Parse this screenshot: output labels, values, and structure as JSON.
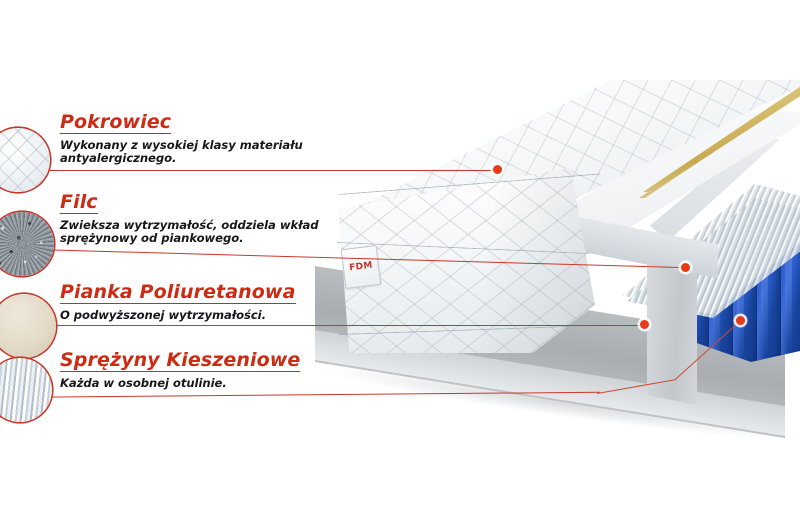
{
  "page": {
    "language": "pl",
    "background_color": "#ffffff",
    "accent_color": "#cc2b14",
    "leader_dot_color": "#e8391a"
  },
  "features": [
    {
      "id": "pokrowiec",
      "heading": "Pokrowiec",
      "description": "Wykonany z wysokiej klasy materiału\nantyalergicznego.",
      "swatch_name": "quilted-fabric-swatch",
      "swatch_texture": "quilt",
      "swatch_colors": [
        "#ffffff",
        "#eef2f5",
        "#d9e0e6"
      ]
    },
    {
      "id": "filc",
      "heading": "Filc",
      "description": "Zwieksza wytrzymałość, oddziela wkład\nsprężynowy od piankowego.",
      "swatch_name": "felt-swatch",
      "swatch_texture": "felt",
      "swatch_colors": [
        "#8e979e",
        "#6e777e",
        "#a7b0b6"
      ]
    },
    {
      "id": "pianka-poliuretanowa",
      "heading": "Pianka Poliuretanowa",
      "description": "O podwyższonej wytrzymałości.",
      "swatch_name": "foam-swatch",
      "swatch_texture": "foam",
      "swatch_colors": [
        "#efe8da",
        "#e2d9c6",
        "#cfc4ad"
      ]
    },
    {
      "id": "sprezyny-kieszeniowe",
      "heading": "Sprężyny Kieszeniowe",
      "description": "Każda w osobnej otulinie.",
      "swatch_name": "pocket-spring-swatch",
      "swatch_texture": "spring",
      "swatch_colors": [
        "#e9eef2",
        "#cfd7de",
        "#a8b4be"
      ]
    }
  ],
  "illustration": {
    "name": "mattress-cutaway-illustration",
    "brand_label": "FDM",
    "layer_colors": {
      "cover": "#f2f4f6",
      "gold_felt_edge": "#c7a94f",
      "foam": "#fdfdfe",
      "felt": "#dfe5ea",
      "pocket_springs": "#1b4fc7",
      "base": "#b9bdc0"
    }
  }
}
